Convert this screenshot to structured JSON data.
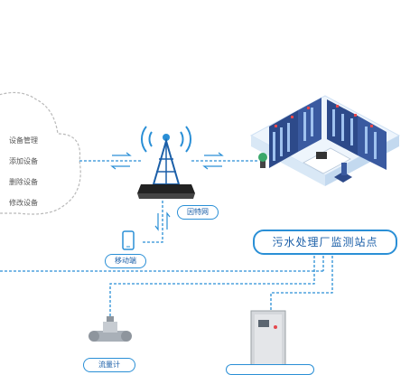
{
  "cloud": {
    "items": [
      "设备管理",
      "添加设备",
      "删除设备",
      "修改设备"
    ]
  },
  "network_label": "因特网",
  "mobile_label": "移动端",
  "station_label": "污水处理厂监测站点",
  "bottom_left_label": "流量计",
  "colors": {
    "line": "#2a8fd6",
    "pill_border": "#2a8fd6",
    "pill_text": "#1b5fa8",
    "cloud_border": "#b9b9b9"
  }
}
